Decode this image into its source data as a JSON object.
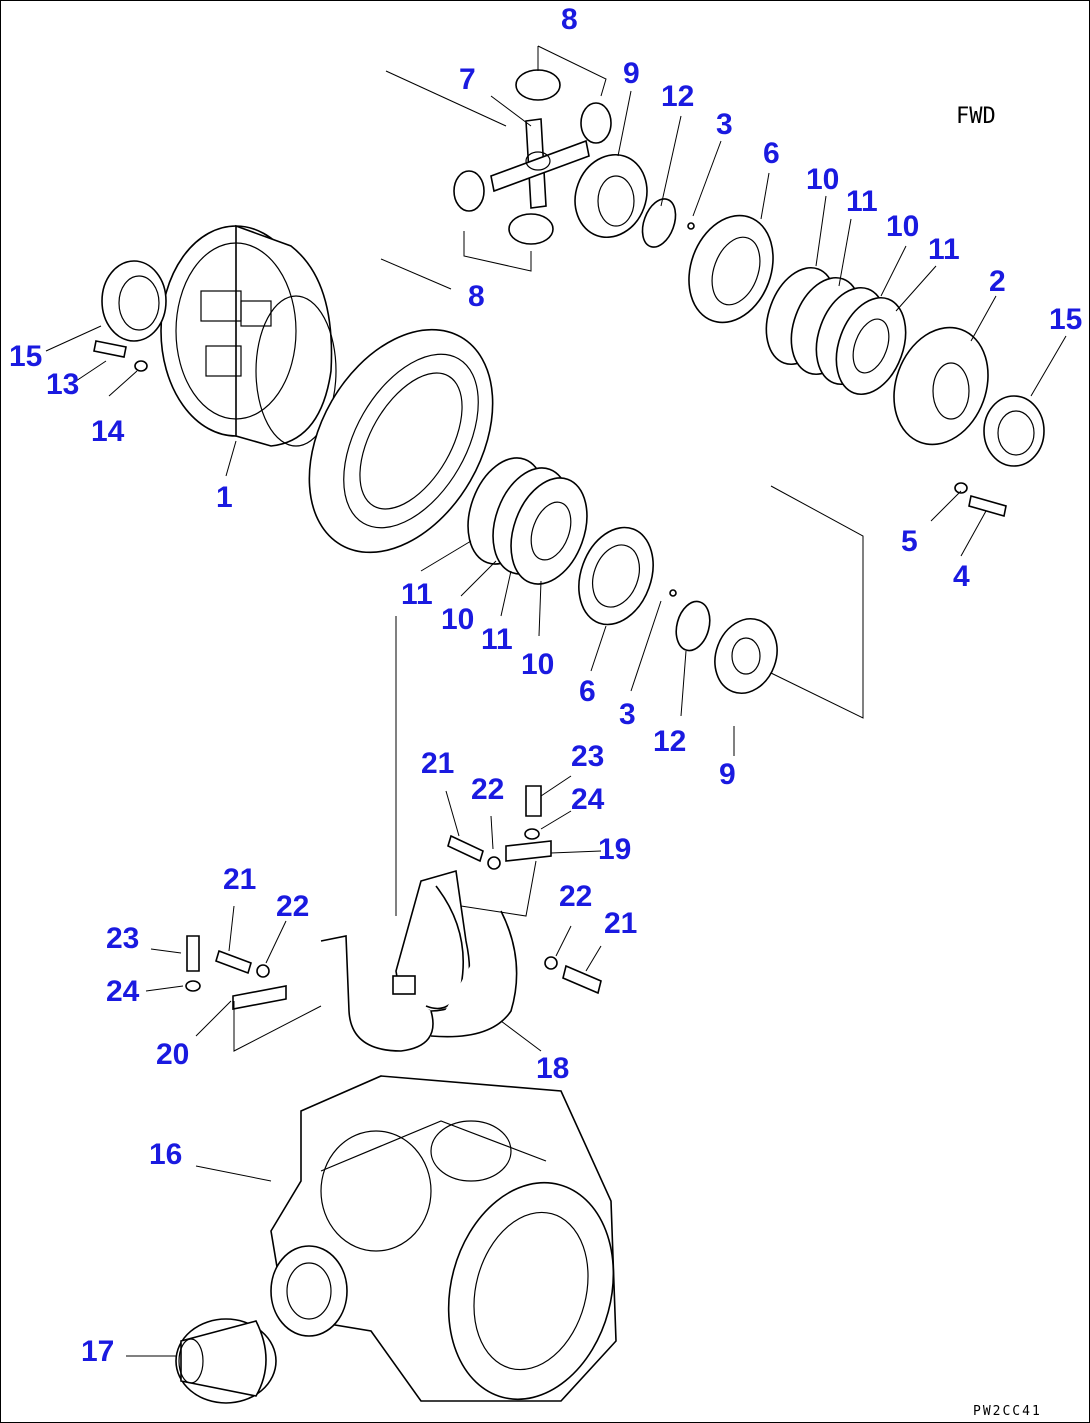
{
  "diagram_code": "PW2CC41",
  "forward_indicator": "FWD",
  "callouts": [
    "1",
    "2",
    "3",
    "4",
    "5",
    "6",
    "7",
    "8",
    "9",
    "10",
    "11",
    "12",
    "13",
    "14",
    "15",
    "16",
    "17",
    "18",
    "19",
    "20",
    "21",
    "22",
    "23",
    "24"
  ]
}
